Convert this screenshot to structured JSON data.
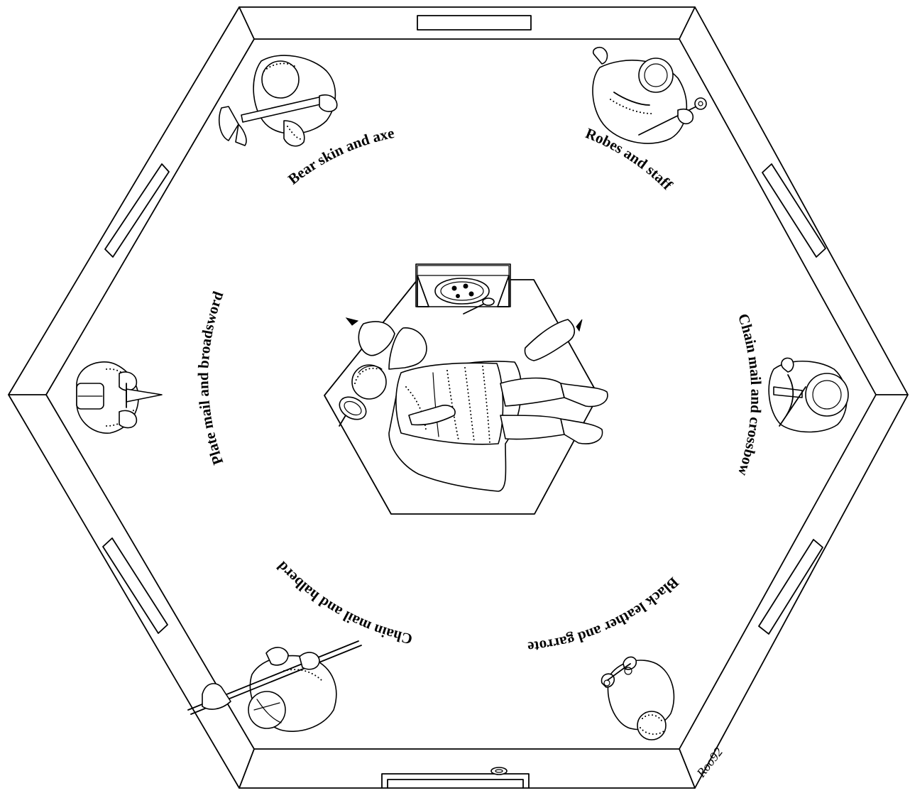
{
  "diagram": {
    "labels": {
      "north_west": "Bear skin and axe",
      "north_east": "Robes and staff",
      "west": "Plate mail and broadsword",
      "east": "Chain mail and crossbow",
      "south_west": "Chain mail and halberd",
      "south_east": "Black leather and garrote"
    },
    "signature": "Roo92"
  }
}
